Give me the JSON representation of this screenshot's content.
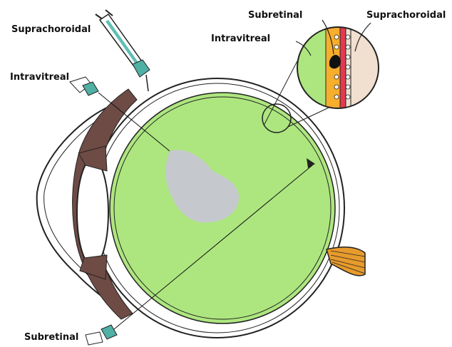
{
  "labels": {
    "suprachoroidal_left": "Suprachoroidal",
    "intravitreal_left": "Intravitreal",
    "subretinal_bottom": "Subretinal",
    "subretinal_inset": "Subretinal",
    "suprachoroidal_inset": "Suprachoroidal",
    "intravitreal_inset": "Intravitreal"
  },
  "colors": {
    "vitreous": "#ade67f",
    "choroid": "#6e4b45",
    "lens": "#ffffff",
    "injection_cloud": "#c9c3dc",
    "needle_hub": "#4fb0a4",
    "syringe_fluid": "#5fbfb5",
    "optic_nerve": "#e79b2c",
    "inset_retina": "#f6ae2d",
    "inset_rpe": "#e23a4f",
    "inset_sclera": "#f1dfcf",
    "outline": "#222222"
  },
  "icons": {
    "syringe": "syringe-icon",
    "needle": "needle-icon",
    "optic_nerve": "optic-nerve-icon"
  }
}
